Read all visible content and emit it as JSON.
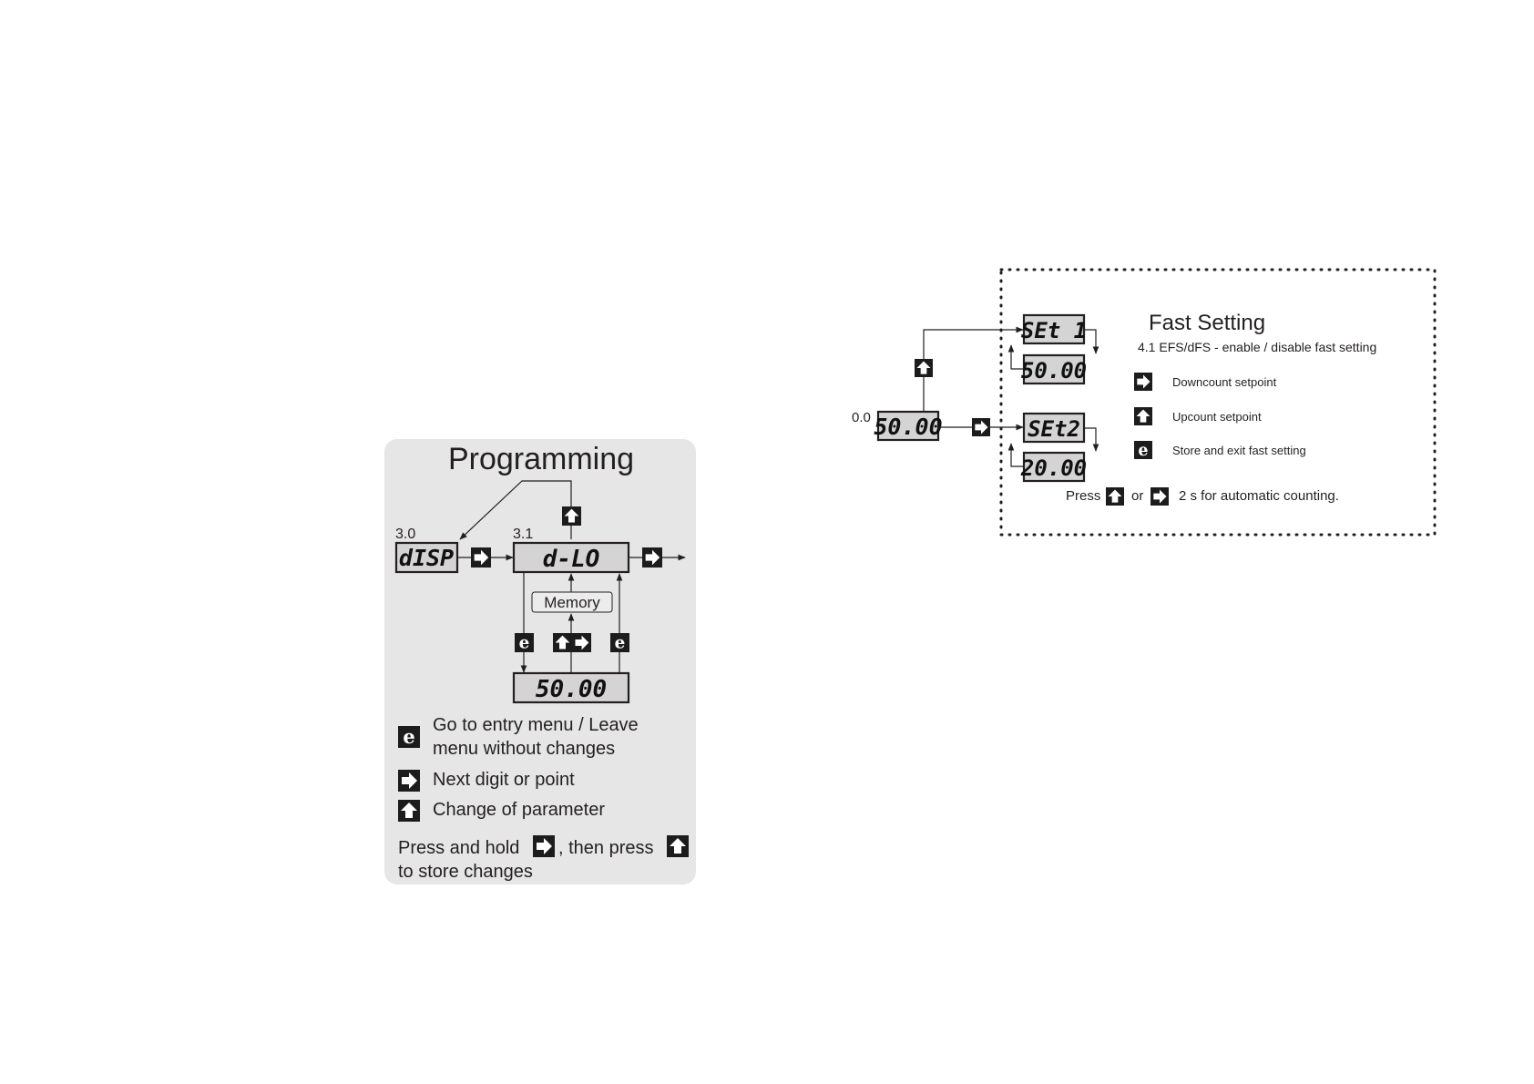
{
  "programming": {
    "title": "Programming",
    "menu_num_a": "3.0",
    "menu_num_b": "3.1",
    "display_a": "dISP",
    "display_b": "d-LO",
    "memory_label": "Memory",
    "value_display": "50.00",
    "legend": {
      "enter_line1": "Go to entry menu / Leave",
      "enter_line2": "menu without changes",
      "next_digit": "Next digit or point",
      "change_param": "Change of parameter",
      "store_line1_a": "Press and hold",
      "store_line1_b": ", then press",
      "store_line2": "to store changes"
    }
  },
  "fast_setting": {
    "title": "Fast Setting",
    "subtitle": "4.1 EFS/dFS - enable / disable fast setting",
    "start_label": "0.0",
    "start_display": "50.00",
    "set1_display": "SEt 1",
    "set1_value": "50.00",
    "set2_display": "SEt2",
    "set2_value": "20.00",
    "legend": {
      "downcount": "Downcount setpoint",
      "upcount": "Upcount setpoint",
      "store_exit": "Store and exit fast setting"
    },
    "footer": {
      "press": "Press",
      "or": "or",
      "tail": "2 s for automatic counting."
    }
  },
  "icons": [
    "enter-key-icon",
    "right-arrow-key-icon",
    "up-arrow-key-icon"
  ]
}
